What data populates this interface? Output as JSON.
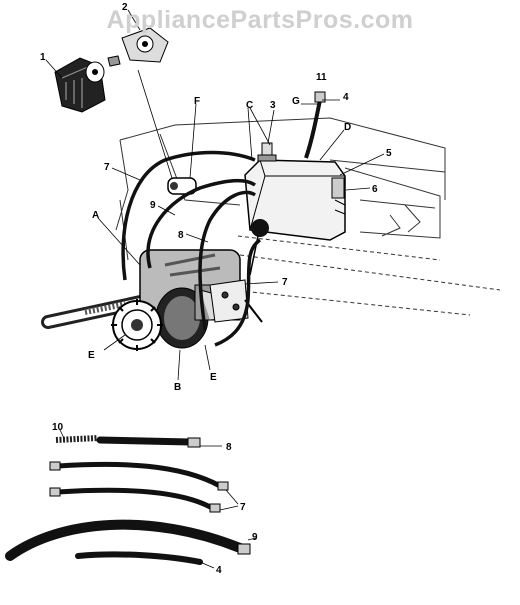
{
  "watermark": "AppliancePartsPros.com",
  "callouts": {
    "c1": "1",
    "c2": "2",
    "c3": "3",
    "c4_top": "4",
    "c5": "5",
    "c6": "6",
    "c7_upper_left": "7",
    "c7_right": "7",
    "c8_upper": "8",
    "c9_upper": "9",
    "c11": "11",
    "cA": "A",
    "cB": "B",
    "cC": "C",
    "cD": "D",
    "cE_left": "E",
    "cE_right": "E",
    "cF": "F",
    "cG": "G",
    "c10": "10",
    "c8_lower": "8",
    "c7_lower": "7",
    "c9_lower": "9",
    "c4_lower": "4"
  }
}
